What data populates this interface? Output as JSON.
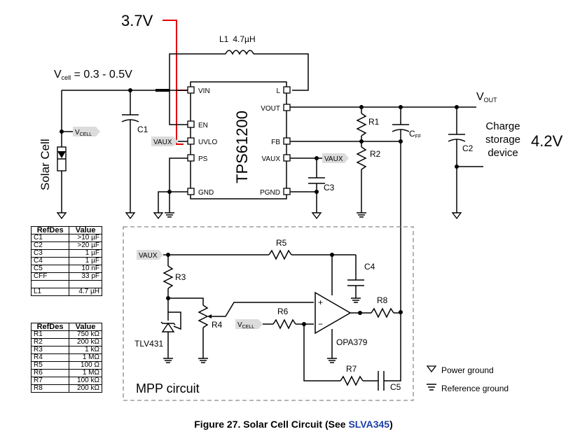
{
  "annotations": {
    "vin_voltage": "3.7V",
    "vout_voltage": "4.2V"
  },
  "inductor": {
    "name": "L1",
    "value": "4.7µH"
  },
  "vcell_label": "V",
  "vcell_sub": "cell",
  "vcell_range": " = 0.3 - 0.5V",
  "vcell_tag": "V",
  "vcell_tag_sub": "CELL",
  "solar_cell": "Solar Cell",
  "c1": "C1",
  "ic": {
    "name": "TPS61200",
    "pins_left": [
      "VIN",
      "EN",
      "UVLO",
      "PS",
      "GND"
    ],
    "pins_right": [
      "L",
      "VOUT",
      "FB",
      "VAUX",
      "PGND"
    ]
  },
  "vaux_tag": "VAUX",
  "vout_label": "V",
  "vout_sub": "OUT",
  "r1": "R1",
  "r2": "R2",
  "cff": "C",
  "cff_sub": "FF",
  "c2": "C2",
  "c3": "C3",
  "storage": [
    "Charge",
    "storage",
    "device"
  ],
  "mpp": {
    "title": "MPP circuit",
    "r3": "R3",
    "r4": "R4",
    "r5": "R5",
    "r6": "R6",
    "r7": "R7",
    "r8": "R8",
    "c4": "C4",
    "c5": "C5",
    "tlv": "TLV431",
    "opamp": "OPA379",
    "plus": "+",
    "minus": "−"
  },
  "legend": {
    "power": "Power ground",
    "reference": "Reference ground"
  },
  "table_c": {
    "headers": [
      "RefDes",
      "Value"
    ],
    "rows": [
      [
        "C1",
        ">10 µF"
      ],
      [
        "C2",
        ">20 µF"
      ],
      [
        "C3",
        "1 µF"
      ],
      [
        "C4",
        "1 µF"
      ],
      [
        "C5",
        "10 nF"
      ],
      [
        "CFF",
        "33 pF"
      ],
      [
        "",
        ""
      ],
      [
        "L1",
        "4.7 µH"
      ]
    ]
  },
  "table_r": {
    "headers": [
      "RefDes",
      "Value"
    ],
    "rows": [
      [
        "R1",
        "750 kΩ"
      ],
      [
        "R2",
        "200 kΩ"
      ],
      [
        "R3",
        "1 kΩ"
      ],
      [
        "R4",
        "1 MΩ"
      ],
      [
        "R5",
        "100 Ω"
      ],
      [
        "R6",
        "1 MΩ"
      ],
      [
        "R7",
        "100 kΩ"
      ],
      [
        "R8",
        "200 kΩ"
      ]
    ]
  },
  "caption": {
    "prefix": "Figure 27.  Solar Cell Circuit (See ",
    "link": "SLVA345",
    "suffix": ")"
  }
}
